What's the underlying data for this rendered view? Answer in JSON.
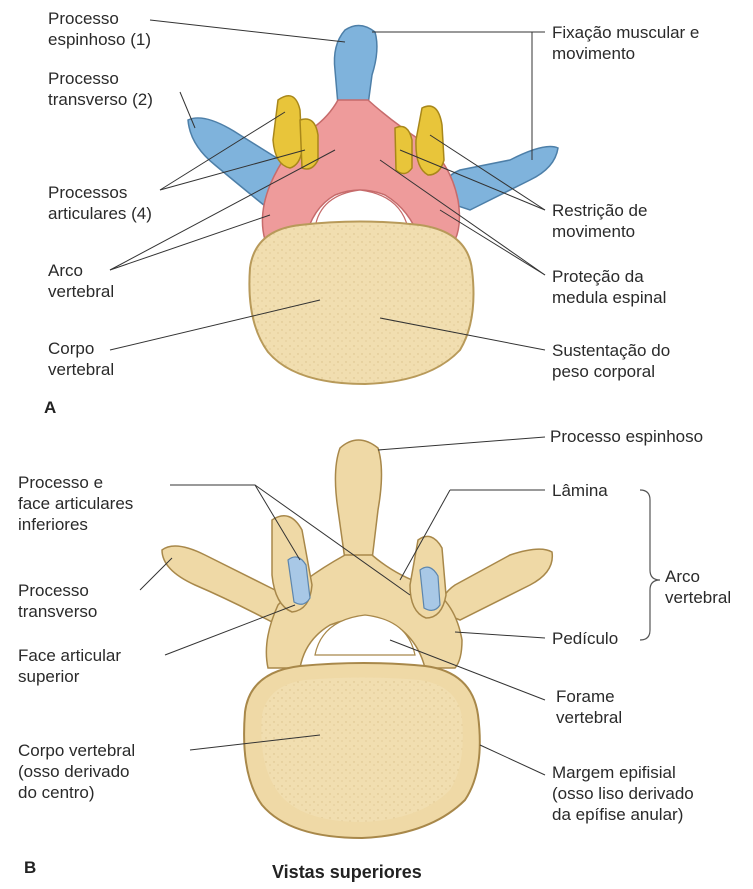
{
  "panel_a": {
    "letter": "A",
    "labels": {
      "spinous": [
        "Processo",
        "espinhoso (1)"
      ],
      "transverse": [
        "Processo",
        "transverso (2)"
      ],
      "articular": [
        "Processos",
        "articulares (4)"
      ],
      "arch": [
        "Arco",
        "vertebral"
      ],
      "body": [
        "Corpo",
        "vertebral"
      ],
      "muscle": [
        "Fixação muscular e",
        "movimento"
      ],
      "restriction": [
        "Restrição de",
        "movimento"
      ],
      "protection": [
        "Proteção da",
        "medula espinal"
      ],
      "support": [
        "Sustentação do",
        "peso corporal"
      ]
    },
    "colors": {
      "process": "#7fb3dc",
      "articular": "#e8c53a",
      "arch": "#ee9b9b",
      "body": "#f3e1b4"
    }
  },
  "panel_b": {
    "letter": "B",
    "labels": {
      "spinous": [
        "Processo espinhoso"
      ],
      "inferior": [
        "Processo e",
        "face articulares",
        "inferiores"
      ],
      "transverse": [
        "Processo",
        "transverso"
      ],
      "superior": [
        "Face articular",
        "superior"
      ],
      "body": [
        "Corpo vertebral",
        "(osso derivado",
        "do centro)"
      ],
      "lamina": [
        "Lâmina"
      ],
      "arch": [
        "Arco",
        "vertebral"
      ],
      "pedicle": [
        "Pedículo"
      ],
      "foramen": [
        "Forame",
        "vertebral"
      ],
      "epiphyseal": [
        "Margem epifisial",
        "(osso liso derivado",
        "da epífise anular)"
      ]
    },
    "colors": {
      "bone": "#efd9a6",
      "facet": "#a8c8e6"
    }
  },
  "caption": "Vistas superiores"
}
